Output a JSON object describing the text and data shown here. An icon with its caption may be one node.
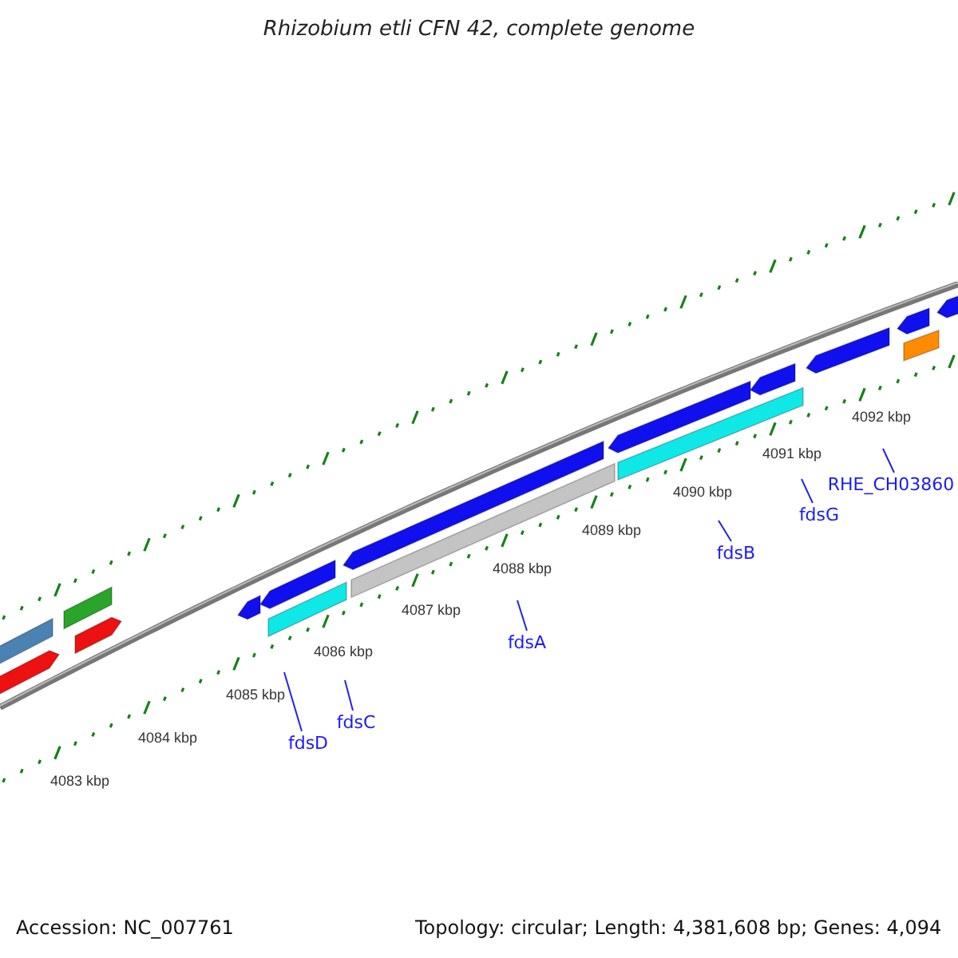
{
  "diagram": {
    "title": "Rhizobium etli CFN 42, complete genome",
    "nodes": [
      {
        "text": [
          "fdsD"
        ]
      },
      {
        "text": [
          "fdsC"
        ]
      },
      {
        "text": [
          "fdsA"
        ]
      },
      {
        "text": [
          "fdsB"
        ]
      },
      {
        "text": [
          "fdsG"
        ]
      },
      {
        "text": [
          "RHE_CH03860"
        ]
      }
    ],
    "edges": [
      {
        "from": 0,
        "to": null,
        "arrow": "none"
      },
      {
        "from": 1,
        "to": null,
        "arrow": "none"
      },
      {
        "from": 2,
        "to": null,
        "arrow": "none"
      },
      {
        "from": 3,
        "to": null,
        "arrow": "none"
      },
      {
        "from": 4,
        "to": null,
        "arrow": "none"
      },
      {
        "from": 5,
        "to": null,
        "arrow": "none"
      }
    ],
    "labels": [
      "4083 kbp",
      "4084 kbp",
      "4085 kbp",
      "4086 kbp",
      "4087 kbp",
      "4088 kbp",
      "4089 kbp",
      "4090 kbp",
      "4091 kbp",
      "4092 kbp",
      "Accession: NC_007761",
      "Topology: circular; Length: 4,381,608 bp; Genes: 4,094"
    ]
  }
}
